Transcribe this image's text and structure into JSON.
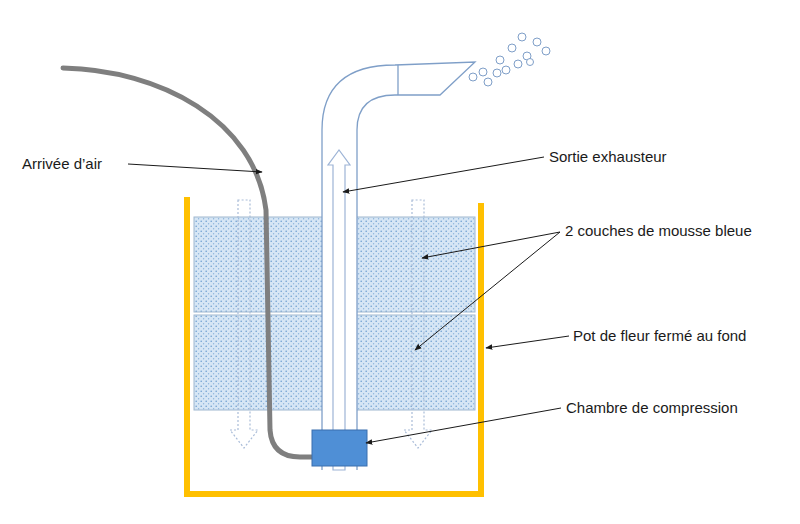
{
  "diagram": {
    "labels": [
      "Arrivée d’air",
      "Sortie exhausteur",
      "2 couches de mousse bleue",
      "Pot de fleur fermé au fond",
      "Chambre de compression"
    ]
  }
}
